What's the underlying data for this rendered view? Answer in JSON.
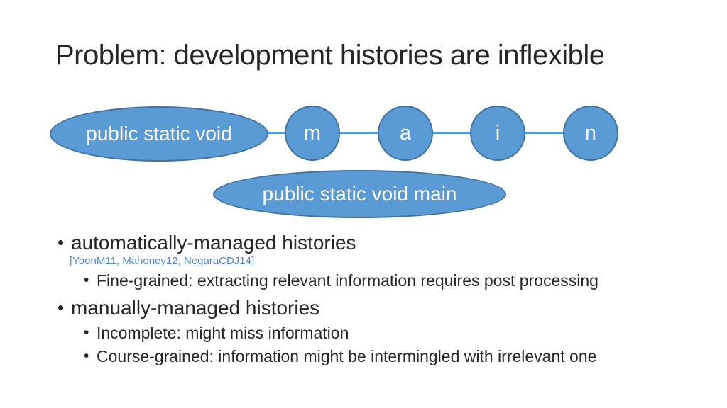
{
  "slide": {
    "title": "Problem: development histories are inflexible",
    "diagram": {
      "ellipse_before_label": "public static void",
      "nodes": [
        "m",
        "a",
        "i",
        "n"
      ],
      "ellipse_after_label": "public static void main"
    },
    "bullets": {
      "item1": "automatically-managed histories",
      "item1_citation": "[YoonM11, Mahoney12, NegaraCDJ14]",
      "item1_sub1": "Fine-grained: extracting relevant information requires post processing",
      "item2": "manually-managed histories",
      "item2_sub1": "Incomplete: might miss information",
      "item2_sub2": "Course-grained: information might be intermingled with irrelevant one"
    },
    "colors": {
      "shape_fill": "#5b9bd5",
      "shape_border": "#41719c",
      "body_text": "#262626",
      "citation_text": "#5488c7"
    }
  }
}
